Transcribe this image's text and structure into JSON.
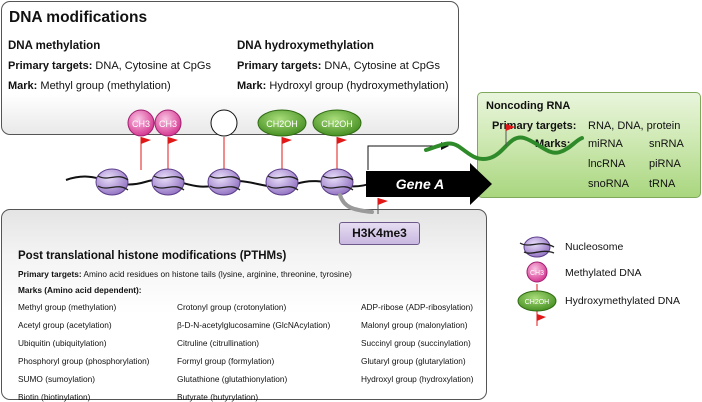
{
  "dna_box": {
    "title": "DNA modifications",
    "methylation": {
      "title": "DNA methylation",
      "targets_label": "Primary targets:",
      "targets_value": " DNA, Cytosine at CpGs",
      "mark_label": "Mark:",
      "mark_value": " Methyl group (methylation)"
    },
    "hydroxymethylation": {
      "title": "DNA hydroxymethylation",
      "targets_label": "Primary targets:",
      "targets_value": " DNA, Cytosine at CpGs",
      "mark_label": "Mark:",
      "mark_value": " Hydroxyl group (hydroxymethylation)"
    }
  },
  "markers": {
    "ch3_text": "CH3",
    "ch2oh_text": "CH2OH"
  },
  "gene_label": "Gene A",
  "histone_mark_label": "H3K4me3",
  "ncrna_box": {
    "title": "Noncoding RNA",
    "targets_label": "Primary targets:",
    "targets_value": "RNA, DNA, protein",
    "marks_label": "Marks:",
    "marks": [
      "miRNA",
      "snRNA",
      "lncRNA",
      "piRNA",
      "snoRNA",
      "tRNA"
    ]
  },
  "pthm_box": {
    "title": "Post translational histone modifications (PTHMs)",
    "targets_label": "Primary targets:",
    "targets_value": " Amino acid residues on histone tails (lysine, arginine, threonine, tyrosine)",
    "marks_label": "Marks (Amino acid dependent):",
    "col1": [
      "Methyl group (methylation)",
      "Acetyl group (acetylation)",
      "Ubiquitin (ubiquitylation)",
      "Phosphoryl group (phosphorylation)",
      "SUMO (sumoylation)",
      "Biotin (biotinylation)"
    ],
    "col2": [
      "Crotonyl group (crotonylation)",
      "β-D-N-acetylglucosamine (GlcNAcylation)",
      "Citruline (citrullination)",
      "Formyl group (formylation)",
      "Glutathione (glutathionylation)",
      "Butyrate (butyrylation)"
    ],
    "col3": [
      "ADP-ribose (ADP-ribosylation)",
      "Malonyl group (malonylation)",
      "Succinyl group (succinylation)",
      "Glutaryl group (glutarylation)",
      "Hydroxyl group (hydroxylation)"
    ]
  },
  "legend": {
    "nucleosome": "Nucleosome",
    "methylated": "Methylated DNA",
    "hydroxymethylated": "Hydroxymethylated DNA"
  },
  "colors": {
    "pink": "#e0479b",
    "green_ellipse": "#5a9e2a",
    "flag_red": "#e01818",
    "nucleosome_purple": "#9b7bc4",
    "gene_arrow": "#000000",
    "rna_green": "#2f8a2a"
  }
}
